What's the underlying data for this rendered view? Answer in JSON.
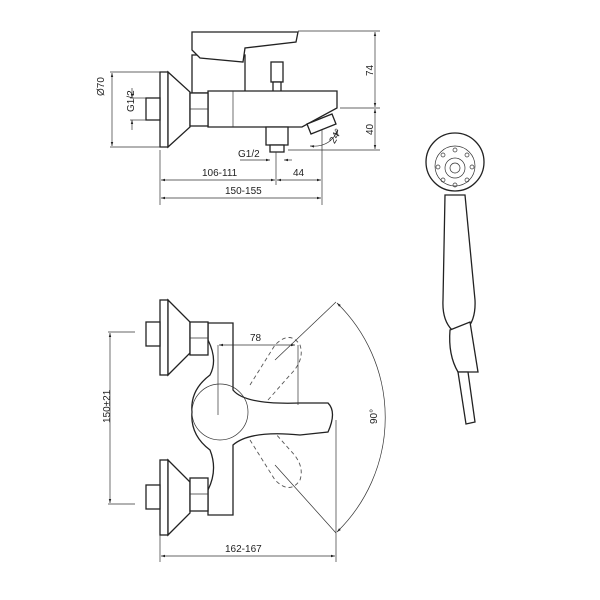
{
  "side_view": {
    "dim_flange_diameter": "Ø70",
    "dim_inlet_thread": "G1/2",
    "dim_outlet_thread": "G1/2",
    "dim_height_top": "74",
    "dim_height_bottom": "40",
    "dim_spout_angle": "24°",
    "dim_wall_to_outlet": "106-111",
    "dim_outlet_to_spout": "44",
    "dim_total_depth": "150-155"
  },
  "top_view": {
    "dim_lever_length": "78",
    "dim_inlet_spacing": "150±21",
    "dim_lever_rotation": "90°",
    "dim_total_depth": "162-167"
  }
}
